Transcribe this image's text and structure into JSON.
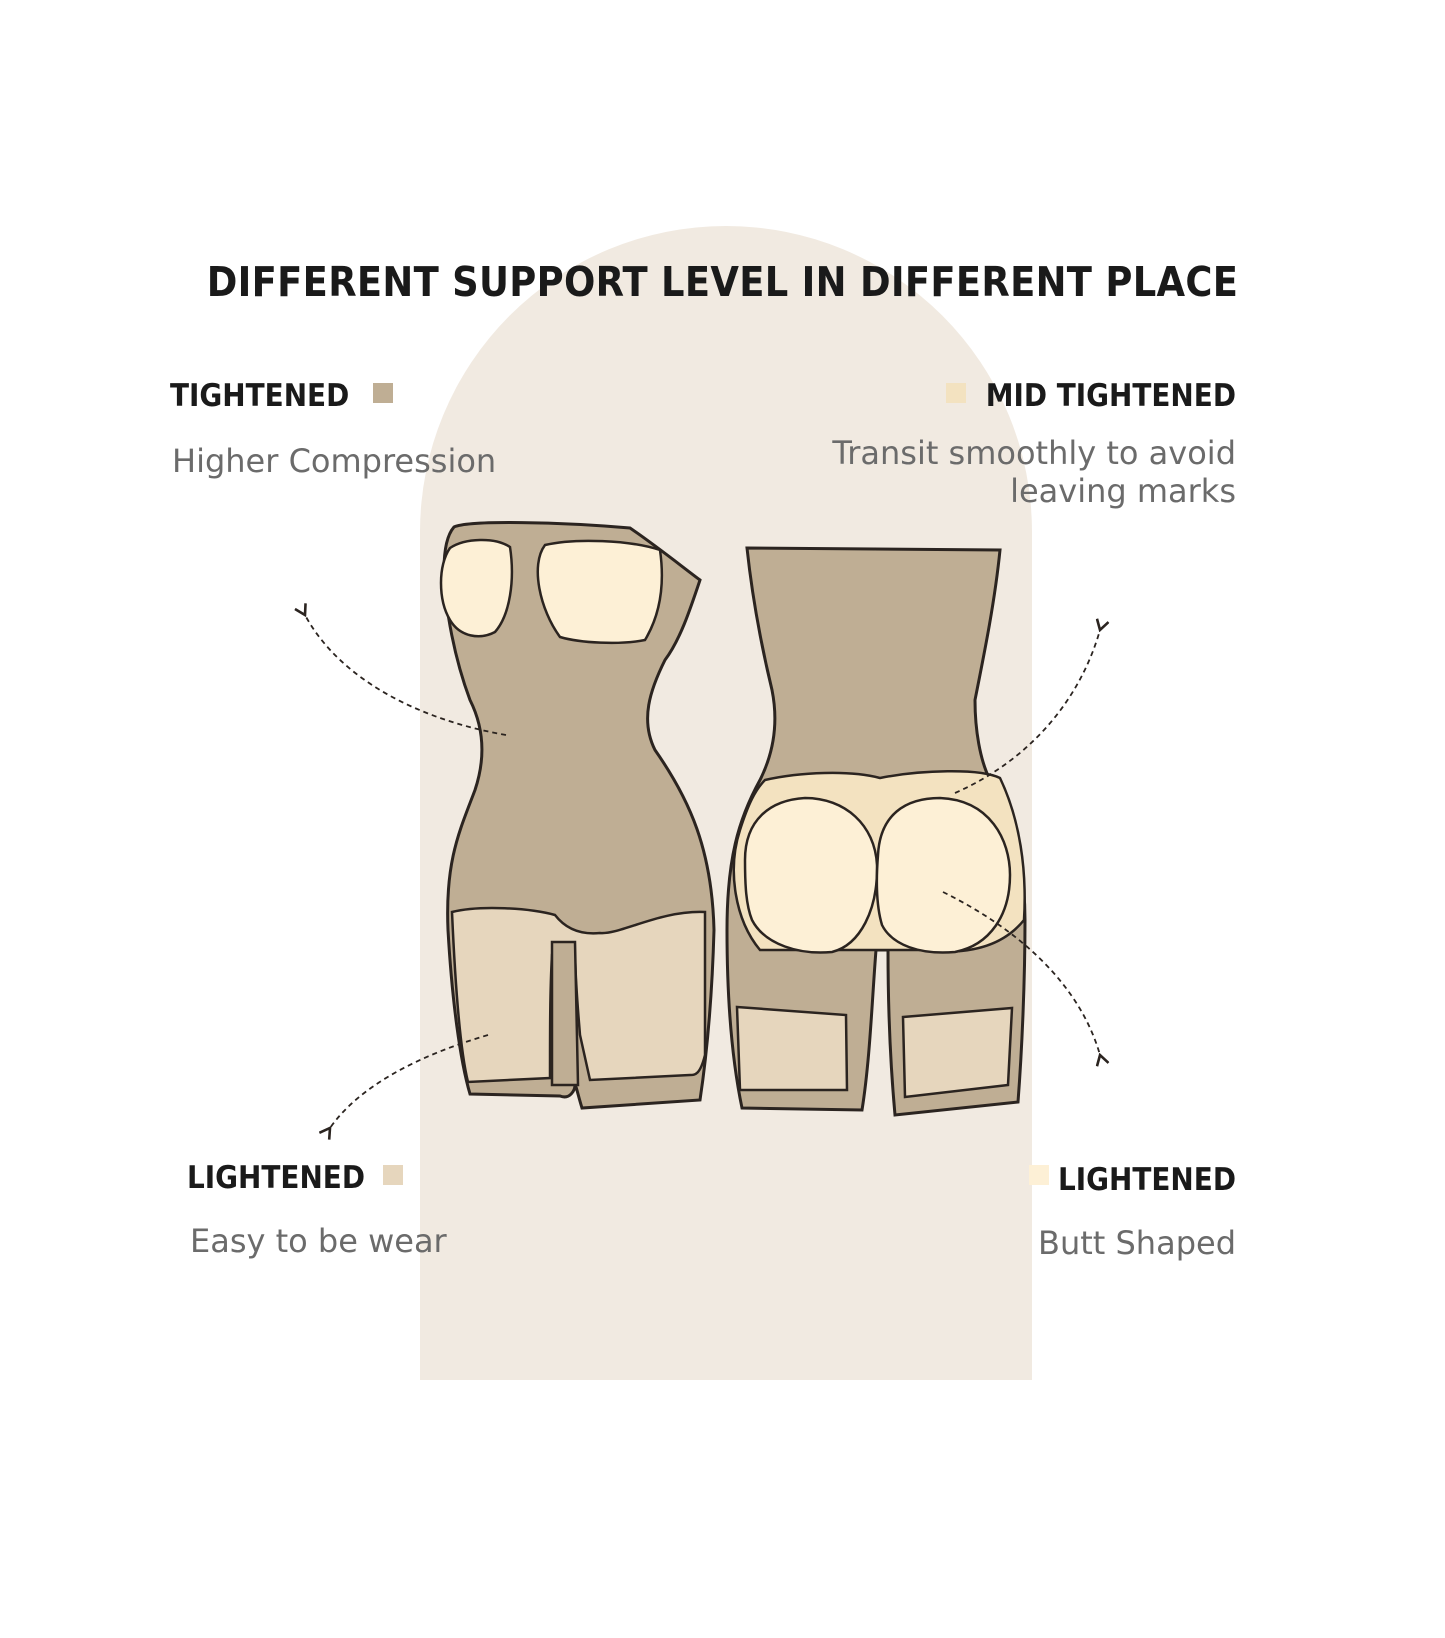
{
  "title": "DIFFERENT SUPPORT LEVEL IN DIFFERENT PLACE",
  "colors": {
    "arch": "#f1eae1",
    "tightened": "#bfae94",
    "mid_tightened": "#f3e2c0",
    "lightened": "#e6d6bd",
    "lightened_butt": "#fdf0d6",
    "outline": "#2b2420"
  },
  "callouts": {
    "top_left": {
      "label": "TIGHTENED",
      "desc": "Higher Compression"
    },
    "top_right": {
      "label": "MID TIGHTENED",
      "desc_line1": "Transit smoothly to avoid",
      "desc_line2": "leaving marks"
    },
    "bottom_left": {
      "label": "LIGHTENED",
      "desc": "Easy to be wear"
    },
    "bottom_right": {
      "label": "LIGHTENED",
      "desc": "Butt Shaped"
    }
  }
}
